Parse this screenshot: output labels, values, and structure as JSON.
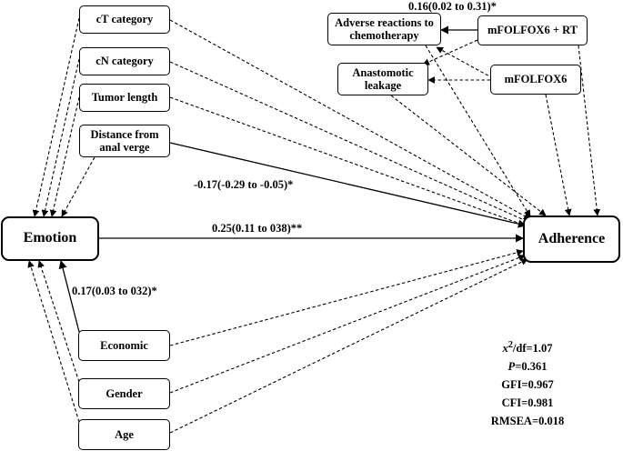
{
  "nodes": {
    "ct": "cT category",
    "cn": "cN category",
    "tumor": "Tumor length",
    "distance": [
      "Distance from",
      "anal verge"
    ],
    "emotion": "Emotion",
    "economic": "Economic",
    "gender": "Gender",
    "age": "Age",
    "adverse": [
      "Adverse reactions to",
      "chemotherapy"
    ],
    "anastomotic": [
      "Anastomotic",
      "leakage"
    ],
    "mfolfox_rt": "mFOLFOX6 + RT",
    "mfolfox": "mFOLFOX6",
    "adherence": "Adherence"
  },
  "path_labels": {
    "top": "0.16(0.02 to 0.31)*",
    "distance_adherence": "-0.17(-0.29 to -0.05)*",
    "emotion_adherence": "0.25(0.11 to 038)**",
    "economic_emotion": "0.17(0.03 to 032)*"
  },
  "fit_stats": {
    "chi_symbol": "x",
    "chi_sup": "2",
    "chi_rest": "/df=1.07",
    "p_symbol": "P",
    "p_rest": "=0.361",
    "gfi": "GFI=0.967",
    "cfi": "CFI=0.981",
    "rmsea": "RMSEA=0.018"
  }
}
